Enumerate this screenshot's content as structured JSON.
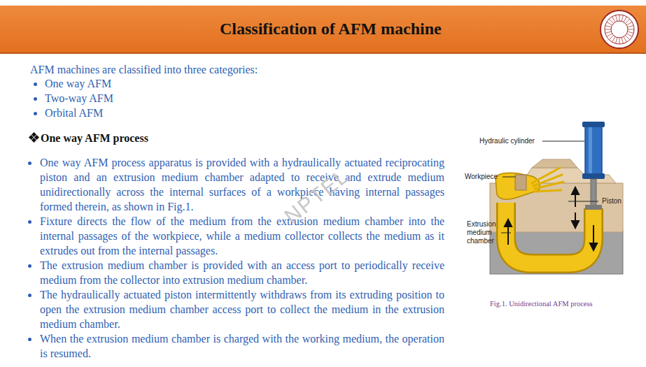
{
  "diagram": {
    "title": "Classification of AFM machine",
    "caption": "Fig.1. Unidirectional AFM process",
    "labels": [
      "AFM machines are classified into three categories:",
      "One way AFM",
      "Two-way AFM",
      "Orbital AFM",
      "One way AFM process",
      "One way AFM process apparatus is provided with a hydraulically actuated reciprocating piston and an extrusion medium chamber adapted to receive and extrude medium unidirectionally across the internal surfaces of a workpiece having internal passages formed therein, as shown in Fig.1.",
      "Fixture directs the flow of the medium from the extrusion medium chamber into the internal passages of the workpiece, while a medium collector collects the medium as it extrudes out from the internal passages.",
      "The extrusion medium chamber is provided with an access port to periodically receive medium from the collector into extrusion medium chamber.",
      "The hydraulically actuated piston intermittently withdraws from its extruding position to open the extrusion medium chamber access port to collect the medium in the extrusion medium chamber.",
      "When the extrusion medium chamber is charged with the working medium, the operation is resumed.",
      "Hydraulic cylinder",
      "Workpiece",
      "Piston",
      "Extrusion medium chamber",
      "NPTEL"
    ]
  }
}
